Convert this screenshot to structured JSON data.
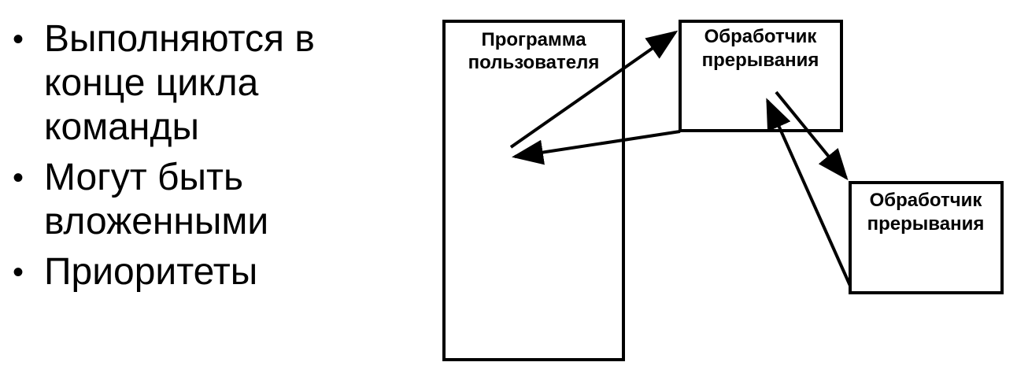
{
  "bullets": [
    "Выполняются в\nконце цикла\nкоманды",
    "Могут быть\nвложенными",
    "Приоритеты"
  ],
  "diagram": {
    "user_program": {
      "line1": "Программа",
      "line2": "пользователя"
    },
    "handler_1": {
      "line1": "Обработчик",
      "line2": "прерывания"
    },
    "handler_2": {
      "line1": "Обработчик",
      "line2": "прерывания"
    }
  }
}
